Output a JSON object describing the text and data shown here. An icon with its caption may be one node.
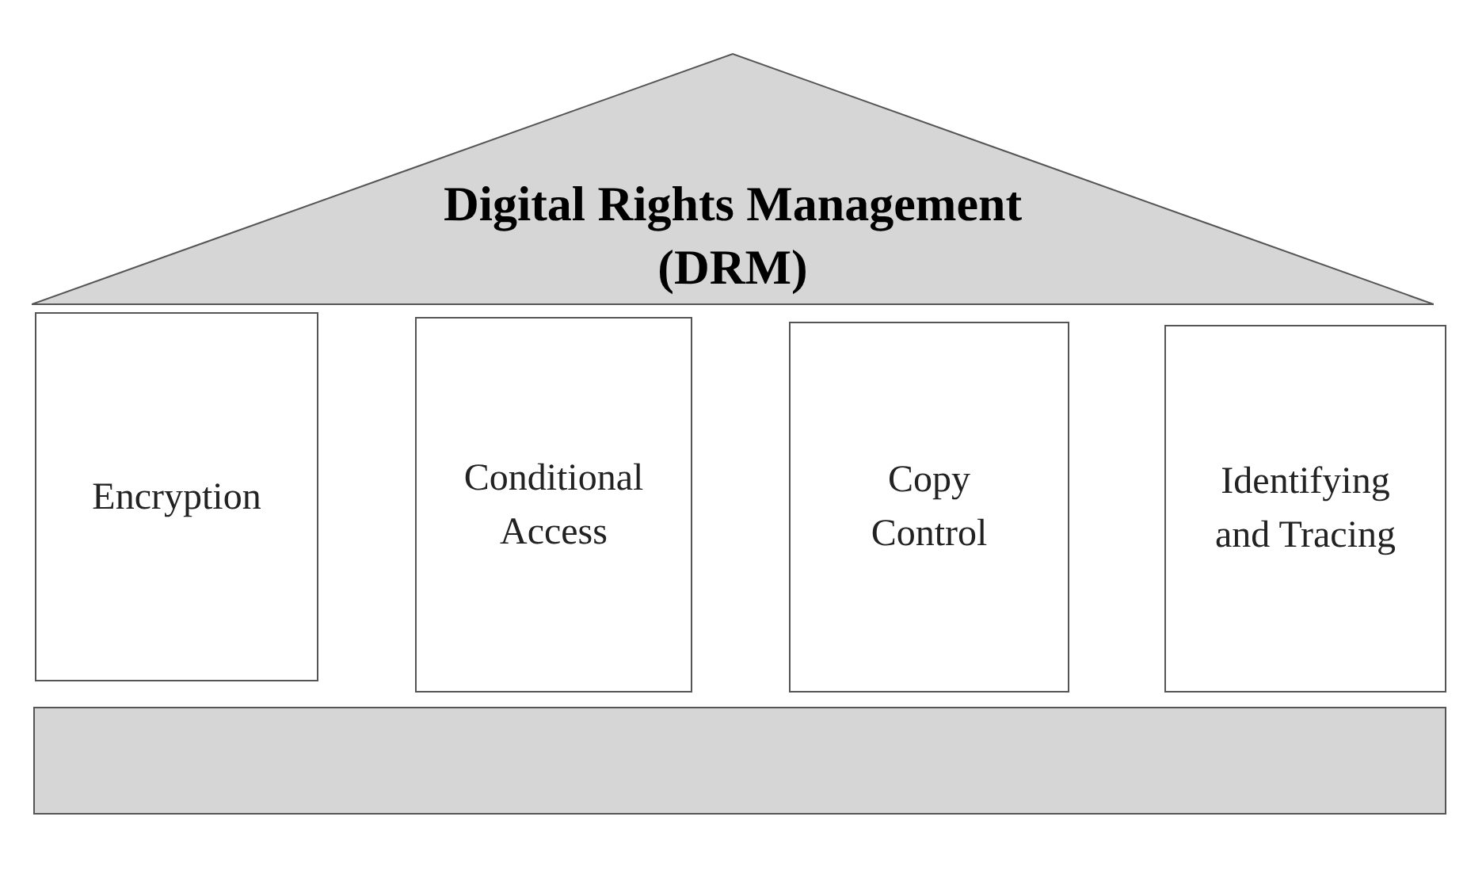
{
  "diagram": {
    "nodes": [
      {
        "text": [
          "Digital Rights Management (DRM)"
        ]
      },
      {
        "text": [
          "Encryption"
        ]
      },
      {
        "text": [
          "Conditional Access"
        ]
      },
      {
        "text": [
          "Copy Control"
        ]
      },
      {
        "text": [
          "Identifying and Tracing"
        ]
      },
      {
        "text": [],
        "shape": "bar"
      }
    ]
  }
}
